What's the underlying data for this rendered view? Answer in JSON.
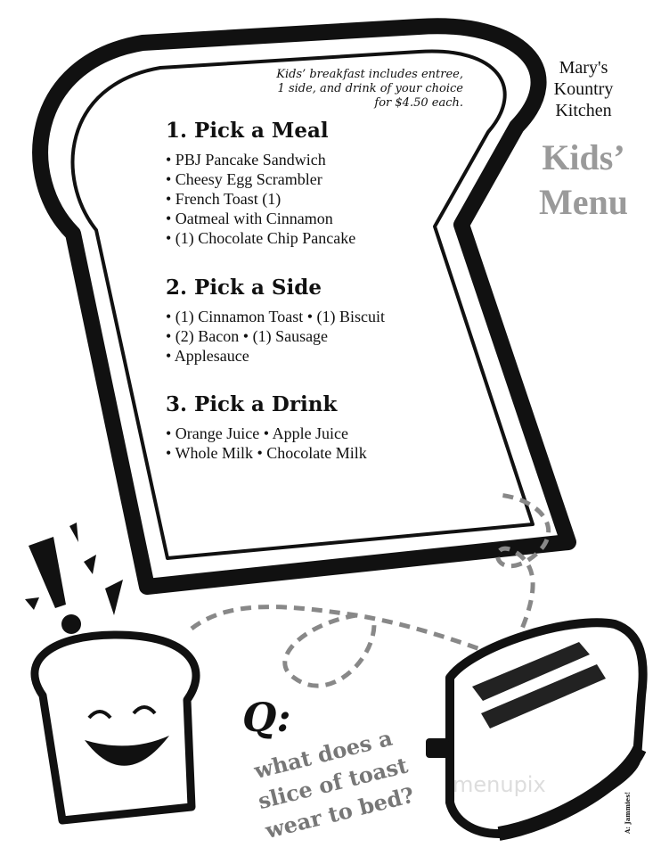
{
  "note": [
    "Kids’ breakfast includes entree,",
    "1 side, and drink of your choice",
    "for $4.50 each."
  ],
  "brand": [
    "Mary's",
    "Kountry",
    "Kitchen"
  ],
  "title": [
    "Kids’",
    "Menu"
  ],
  "sections": [
    {
      "heading": "1. Pick a Meal",
      "items": [
        "• PBJ Pancake Sandwich",
        "• Cheesy Egg Scrambler",
        "• French Toast (1)",
        "• Oatmeal with Cinnamon",
        "• (1) Chocolate Chip Pancake"
      ]
    },
    {
      "heading": "2. Pick a Side",
      "items": [
        "• (1) Cinnamon Toast • (1) Biscuit",
        "• (2) Bacon • (1) Sausage",
        "• Applesauce"
      ]
    },
    {
      "heading": "3. Pick a Drink",
      "items": [
        "• Orange Juice • Apple Juice",
        "• Whole Milk • Chocolate Milk"
      ]
    }
  ],
  "joke": {
    "q": "Q:",
    "lines": [
      "what does a",
      "slice of toast",
      "wear to bed?"
    ],
    "answer": "A: Jammies!"
  },
  "watermark": "menupix",
  "colors": {
    "ink": "#111111",
    "title_gray": "#9a9a9a",
    "joke_gray": "#777777"
  }
}
